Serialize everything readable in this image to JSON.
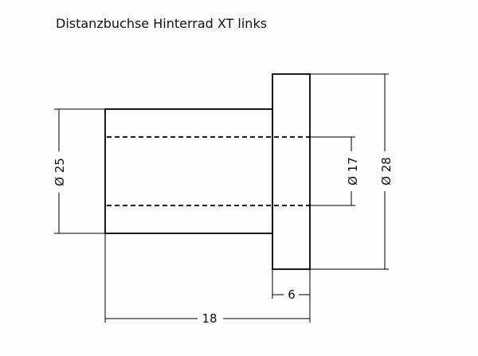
{
  "drawing": {
    "title": "Distanzbuchse Hinterrad XT links",
    "dimensions": {
      "outer_diameter": "Ø 25",
      "bore_diameter": "Ø 17",
      "flange_diameter": "Ø 28",
      "flange_width": "6",
      "total_length": "18"
    }
  }
}
